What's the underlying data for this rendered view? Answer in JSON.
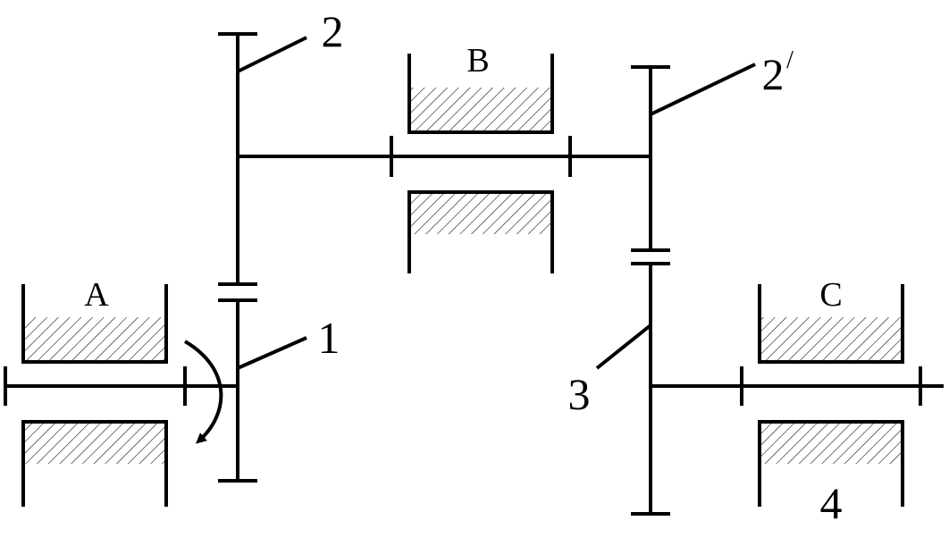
{
  "labels": {
    "gear_1": "1",
    "gear_2": "2",
    "gear_2_prime": "2",
    "prime_mark": "/",
    "gear_3": "3",
    "gear_4": "4",
    "bearing_a": "A",
    "bearing_b": "B",
    "bearing_c": "C"
  },
  "colors": {
    "line": "#000000",
    "hatch": "#000000",
    "background": "#ffffff"
  },
  "icons": {
    "rotation": "curved-arrow-icon"
  }
}
